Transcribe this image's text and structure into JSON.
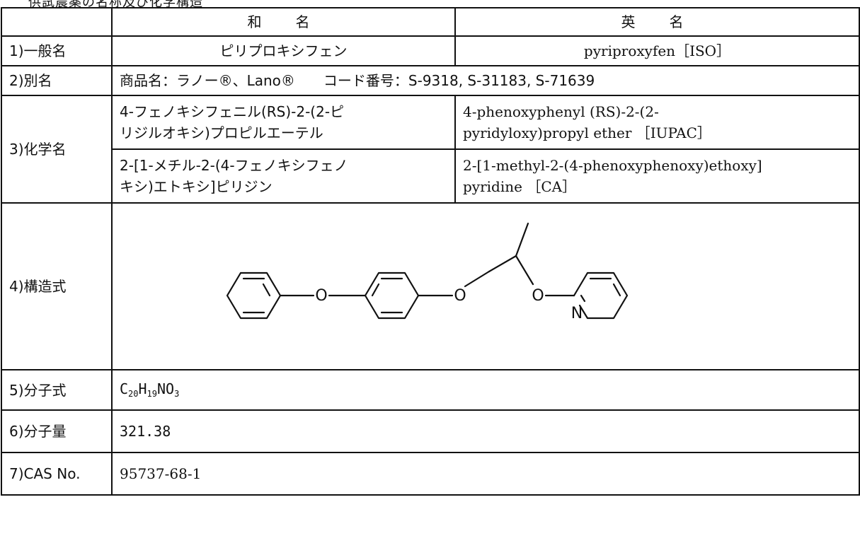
{
  "header": {
    "title": "供試農薬の名称及び化学構造"
  },
  "columns": {
    "japanese": "和　名",
    "english": "英　名"
  },
  "rows": {
    "common_name": {
      "label": "1)一般名",
      "ja": "ピリプロキシフェン",
      "en": "pyriproxyfen［ISO］"
    },
    "other_names": {
      "label": "2)別名",
      "text": "商品名：ラノー®、Lano®　　コード番号：S-9318, S-31183, S-71639"
    },
    "chemical_name": {
      "label": "3)化学名",
      "iupac_ja_1": "4-フェノキシフェニル(RS)-2-(2-ピ",
      "iupac_ja_2": "リジルオキシ)プロピルエーテル",
      "iupac_en_1": "4-phenoxyphenyl (RS)-2-(2-",
      "iupac_en_2": "pyridyloxy)propyl ether ［IUPAC］",
      "ca_ja_1": "2-[1-メチル-2-(4-フェノキシフェノ",
      "ca_ja_2": "キシ)エトキシ]ピリジン",
      "ca_en_1": "2-[1-methyl-2-(4-phenoxyphenoxy)ethoxy]",
      "ca_en_2": "pyridine ［CA］"
    },
    "structure": {
      "label": "4)構造式",
      "atom_o1": "O",
      "atom_o2": "O",
      "atom_o3": "O",
      "atom_n": "N"
    },
    "molecular_formula": {
      "label": "5)分子式",
      "c": "C",
      "c_n": "20",
      "h": "H",
      "h_n": "19",
      "no": "NO",
      "o_n": "3"
    },
    "molecular_weight": {
      "label": "6)分子量",
      "value": "321.38"
    },
    "cas": {
      "label": "7)CAS No.",
      "value": "95737-68-1"
    }
  }
}
